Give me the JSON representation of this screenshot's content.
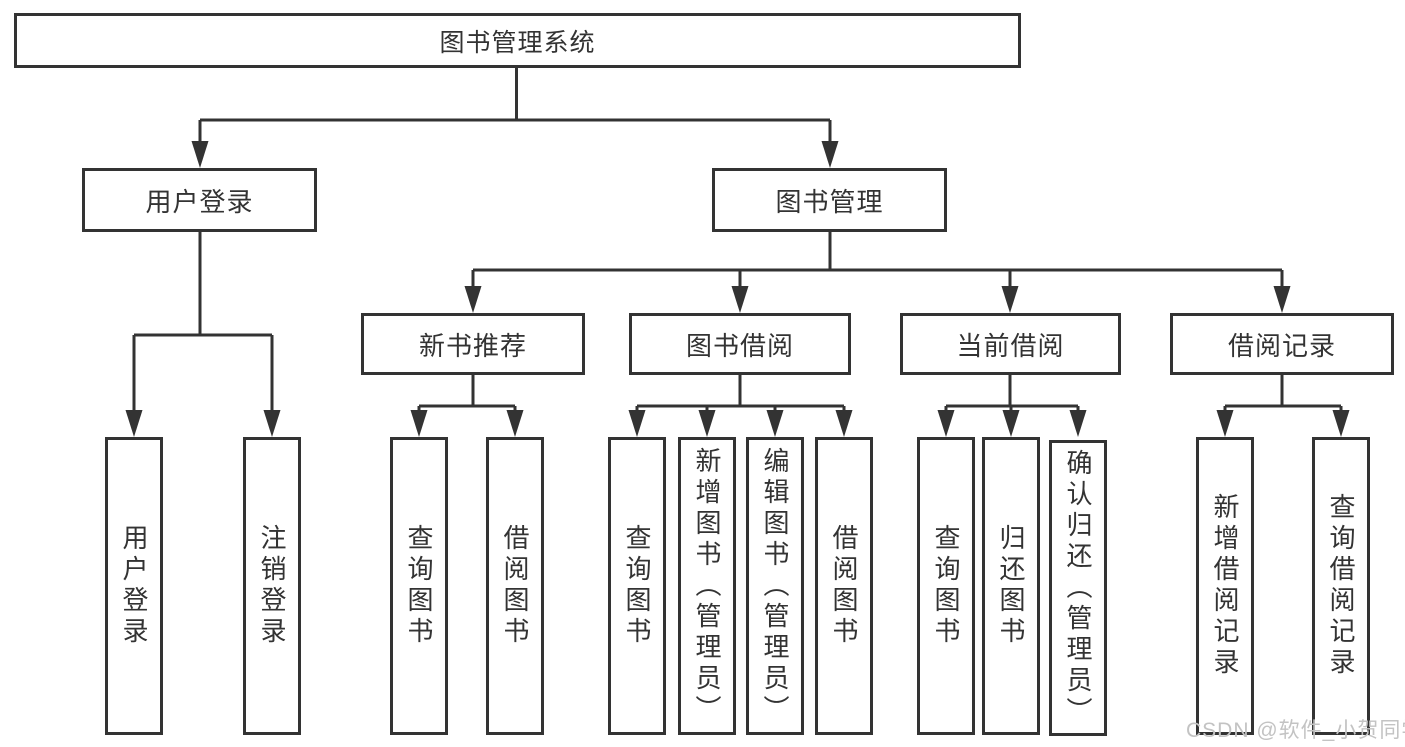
{
  "diagram": {
    "type": "hierarchy-tree",
    "colors": {
      "line": "#333333",
      "text": "#333333",
      "box_fill": "#ffffff",
      "background": "#ffffff",
      "watermark": "#c3c3c3"
    },
    "root": {
      "label": "图书管理系统",
      "children": [
        {
          "label": "用户登录",
          "children": [
            {
              "label": "用户登录"
            },
            {
              "label": "注销登录"
            }
          ]
        },
        {
          "label": "图书管理",
          "children": [
            {
              "label": "新书推荐",
              "children": [
                {
                  "label": "查询图书"
                },
                {
                  "label": "借阅图书"
                }
              ]
            },
            {
              "label": "图书借阅",
              "children": [
                {
                  "label": "查询图书"
                },
                {
                  "label": "新增图书（管理员）"
                },
                {
                  "label": "编辑图书（管理员）"
                },
                {
                  "label": "借阅图书"
                }
              ]
            },
            {
              "label": "当前借阅",
              "children": [
                {
                  "label": "查询图书"
                },
                {
                  "label": "归还图书"
                },
                {
                  "label": "确认归还（管理员）"
                }
              ]
            },
            {
              "label": "借阅记录",
              "children": [
                {
                  "label": "新增借阅记录"
                },
                {
                  "label": "查询借阅记录"
                }
              ]
            }
          ]
        }
      ]
    }
  },
  "watermark": {
    "text": "CSDN @软件_小贺同学"
  }
}
